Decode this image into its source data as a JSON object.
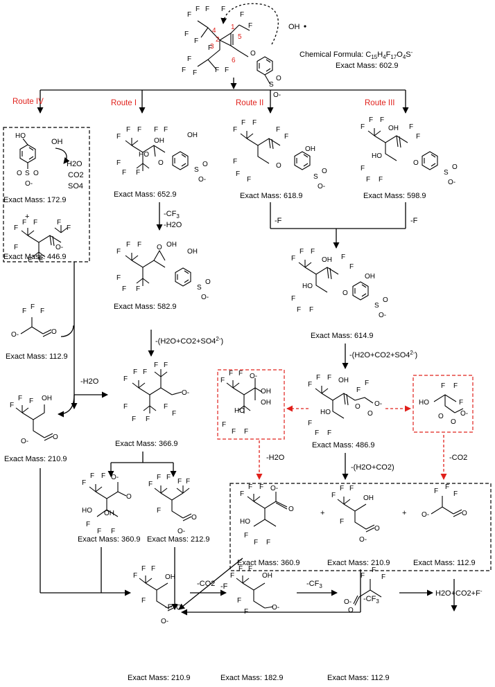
{
  "oh_radical": "OH",
  "start_numbers": [
    "1",
    "2",
    "3",
    "4",
    "5",
    "6"
  ],
  "chemical_formula_label": "Chemical Formula: C",
  "formula_parts": [
    "15",
    "H",
    "4",
    "F",
    "17",
    "O",
    "4",
    "S",
    "-"
  ],
  "routes": [
    "Route IV",
    "Route I",
    "Route II",
    "Route III"
  ],
  "masses": {
    "start": "Exact Mass: 602.9",
    "phenol_sulfonate": "Exact Mass: 172.9",
    "enolate_446": "Exact Mass: 446.9",
    "r1_652": "Exact Mass: 652.9",
    "r1_582": "Exact Mass: 582.9",
    "r2_618": "Exact Mass: 618.9",
    "r3_598": "Exact Mass: 598.9",
    "merged_614": "Exact Mass: 614.9",
    "tfa_left": "Exact Mass: 112.9",
    "hydroxy_left": "Exact Mass: 210.9",
    "alkoxide_366": "Exact Mass: 366.9",
    "carbonate_486": "Exact Mass: 486.9",
    "ketone_left": "Exact Mass: 360.9",
    "acid_212": "Exact Mass: 212.9",
    "ketone_box": "Exact Mass: 360.9",
    "hydroxy_box": "Exact Mass: 210.9",
    "tfa_box": "Exact Mass: 112.9",
    "final_210": "Exact Mass: 210.9",
    "final_182": "Exact Mass: 182.9",
    "final_112": "Exact Mass: 112.9"
  },
  "reagents": {
    "oh": "OH",
    "h2o": "H2O",
    "co2": "CO2",
    "so4": "SO4",
    "minus_cf3": "-CF",
    "minus_h2o": "-H2O",
    "minus_f": "-F",
    "loss_h2o_co2_so4": "-(H2O+CO2+SO4",
    "loss_h2o_co2": "-(H2O+CO2)",
    "minus_co2": "-CO2",
    "plus": "+",
    "final_products": "H2O+CO2+F"
  },
  "atoms": {
    "F": "F",
    "O": "O",
    "OH": "OH",
    "HO": "HO",
    "S": "S",
    "O_minus": "O-"
  }
}
